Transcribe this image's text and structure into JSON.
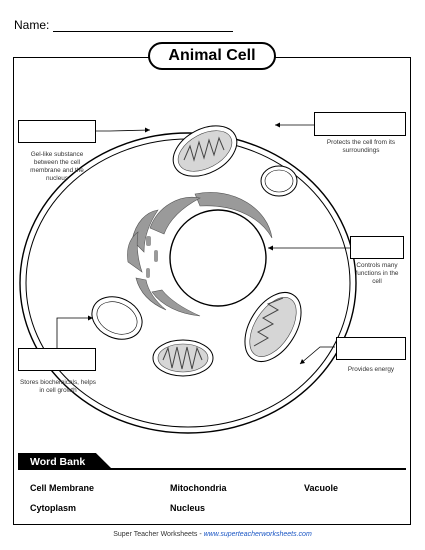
{
  "header": {
    "name_label": "Name:"
  },
  "title": "Animal Cell",
  "descriptions": {
    "cytoplasm": "Gel-like substance between the cell membrane and the nucleus",
    "cell_membrane": "Protects the cell from its surroundings",
    "nucleus": "Controls many functions in the cell",
    "vacuole": "Stores biochemicals, helps in cell growth",
    "mitochondria": "Provides energy"
  },
  "word_bank": {
    "heading": "Word Bank",
    "words": [
      "Cell Membrane",
      "Mitochondria",
      "Vacuole",
      "Cytoplasm",
      "Nucleus"
    ]
  },
  "footer": {
    "prefix": "Super Teacher Worksheets - ",
    "site": "www.superteacherworksheets.com"
  },
  "colors": {
    "organelle_gray": "#9a9a9a",
    "organelle_light": "#d6d6d6",
    "link_blue": "#1a56c4"
  }
}
